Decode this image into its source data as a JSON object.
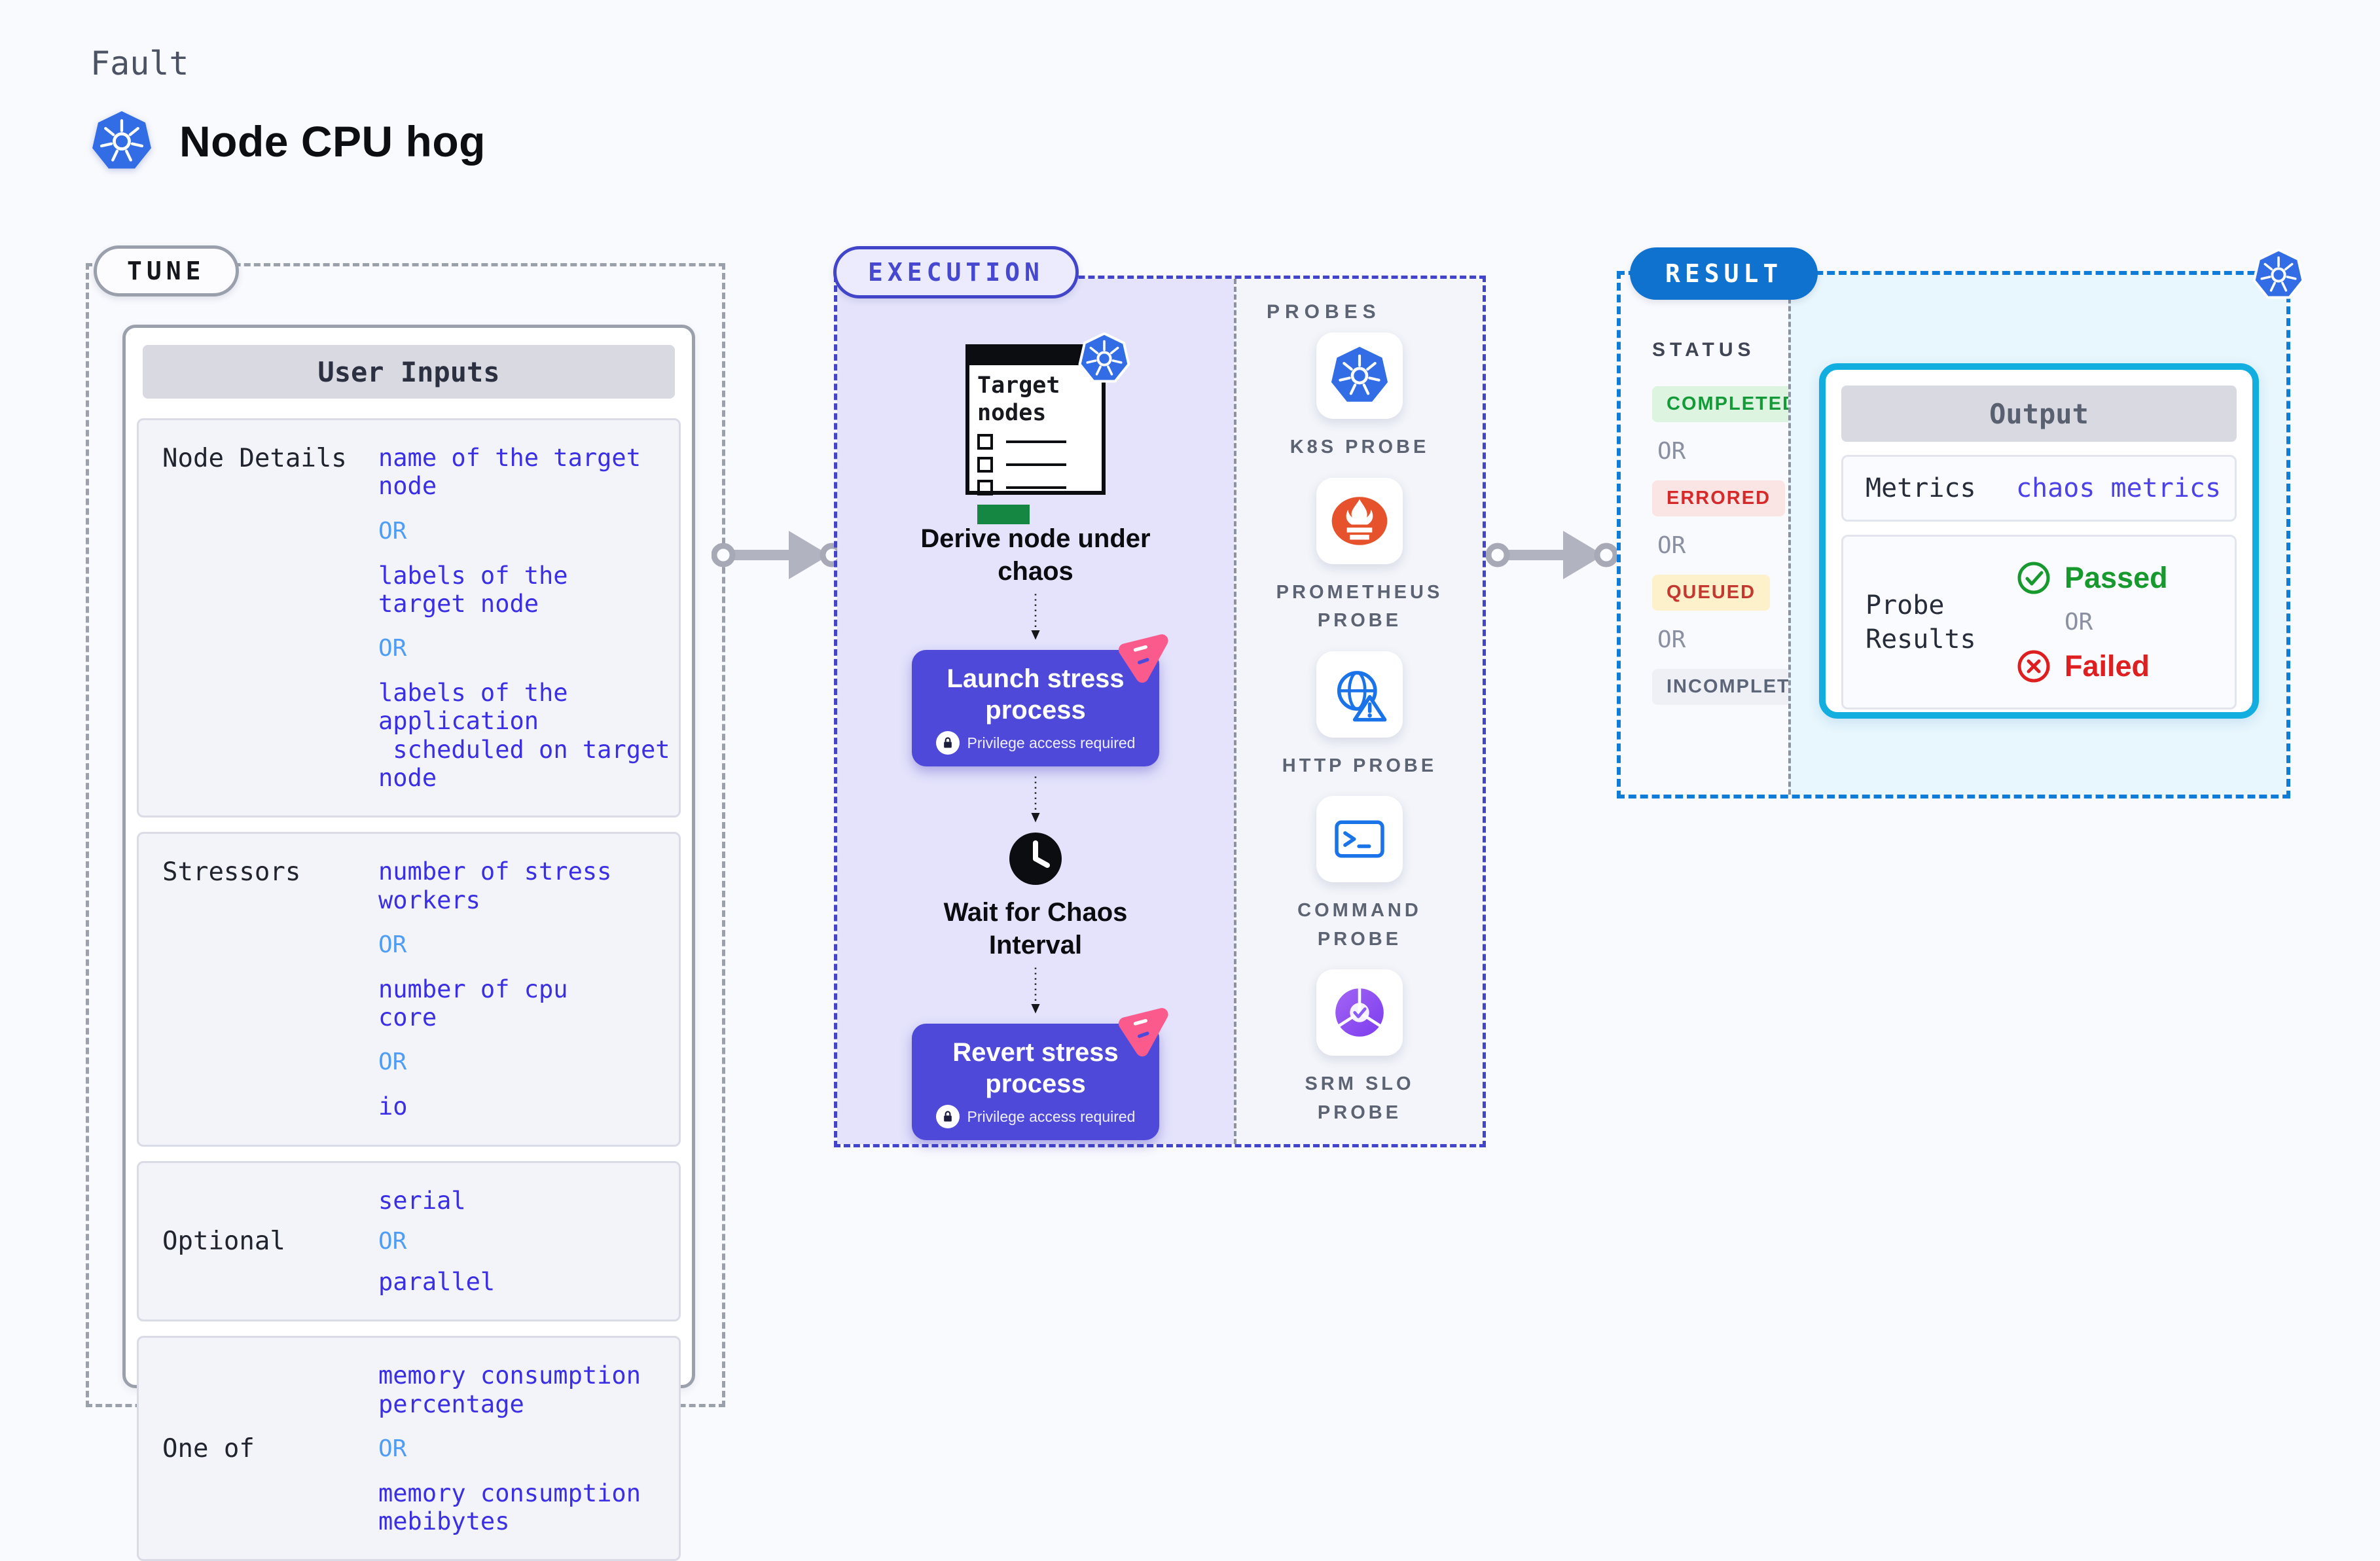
{
  "header": {
    "eyebrow": "Fault",
    "title": "Node CPU hog"
  },
  "or_label": "OR",
  "colors": {
    "accent_indigo": "#4f49d9",
    "execution_border": "#4245c9",
    "result_blue": "#0f72cf",
    "output_border": "#12aee0",
    "value_blue": "#3a2fe4",
    "or_blue": "#4f9df5",
    "kubernetes_blue": "#326de6",
    "prometheus_orange": "#e6522c",
    "pink_flag": "#fb5a8c",
    "completed_green": "#149a38",
    "errored_red": "#d62a2a",
    "queued_amber_bg": "#fdf1cc",
    "passed_green": "#18992e",
    "failed_red": "#df1f1f"
  },
  "tune": {
    "badge": "TUNE",
    "card_header": "User Inputs",
    "rows": [
      {
        "label": "Node Details",
        "values": [
          "name of the target\nnode",
          "labels of the\ntarget node",
          "labels of the application\n scheduled on target node"
        ]
      },
      {
        "label": "Stressors",
        "values": [
          "number of stress\nworkers",
          "number of cpu\ncore",
          "io"
        ]
      },
      {
        "label": "Optional",
        "values": [
          "serial",
          "parallel"
        ]
      },
      {
        "label": "One of",
        "values": [
          "memory consumption\npercentage",
          "memory consumption\nmebibytes"
        ]
      }
    ]
  },
  "execution": {
    "badge": "EXECUTION",
    "window_title": "Target\nnodes",
    "steps": {
      "derive": "Derive node under\nchaos",
      "launch": "Launch stress\nprocess",
      "wait": "Wait for Chaos\nInterval",
      "revert": "Revert stress\nprocess",
      "privilege": "Privilege access required"
    },
    "probes": {
      "heading": "PROBES",
      "items": [
        {
          "label": "K8S PROBE",
          "icon": "kubernetes-icon"
        },
        {
          "label": "PROMETHEUS\nPROBE",
          "icon": "prometheus-icon"
        },
        {
          "label": "HTTP PROBE",
          "icon": "globe-alert-icon"
        },
        {
          "label": "COMMAND\nPROBE",
          "icon": "terminal-icon"
        },
        {
          "label": "SRM SLO\nPROBE",
          "icon": "slo-pie-check-icon"
        }
      ]
    }
  },
  "result": {
    "badge": "RESULT",
    "status_heading": "STATUS",
    "statuses": [
      {
        "label": "COMPLETED",
        "text_color": "#149a38",
        "bg_color": "#ddf4e0"
      },
      {
        "label": "ERRORED",
        "text_color": "#d62a2a",
        "bg_color": "#fbe4e4"
      },
      {
        "label": "QUEUED",
        "text_color": "#c3392f",
        "bg_color": "#fdf1cc"
      },
      {
        "label": "INCOMPLETED",
        "text_color": "#5d6578",
        "bg_color": "#eef0f5"
      }
    ],
    "output": {
      "header": "Output",
      "metrics_label": "Metrics",
      "metrics_value": "chaos metrics",
      "probe_results_label": "Probe\nResults",
      "passed": "Passed",
      "failed": "Failed"
    }
  }
}
